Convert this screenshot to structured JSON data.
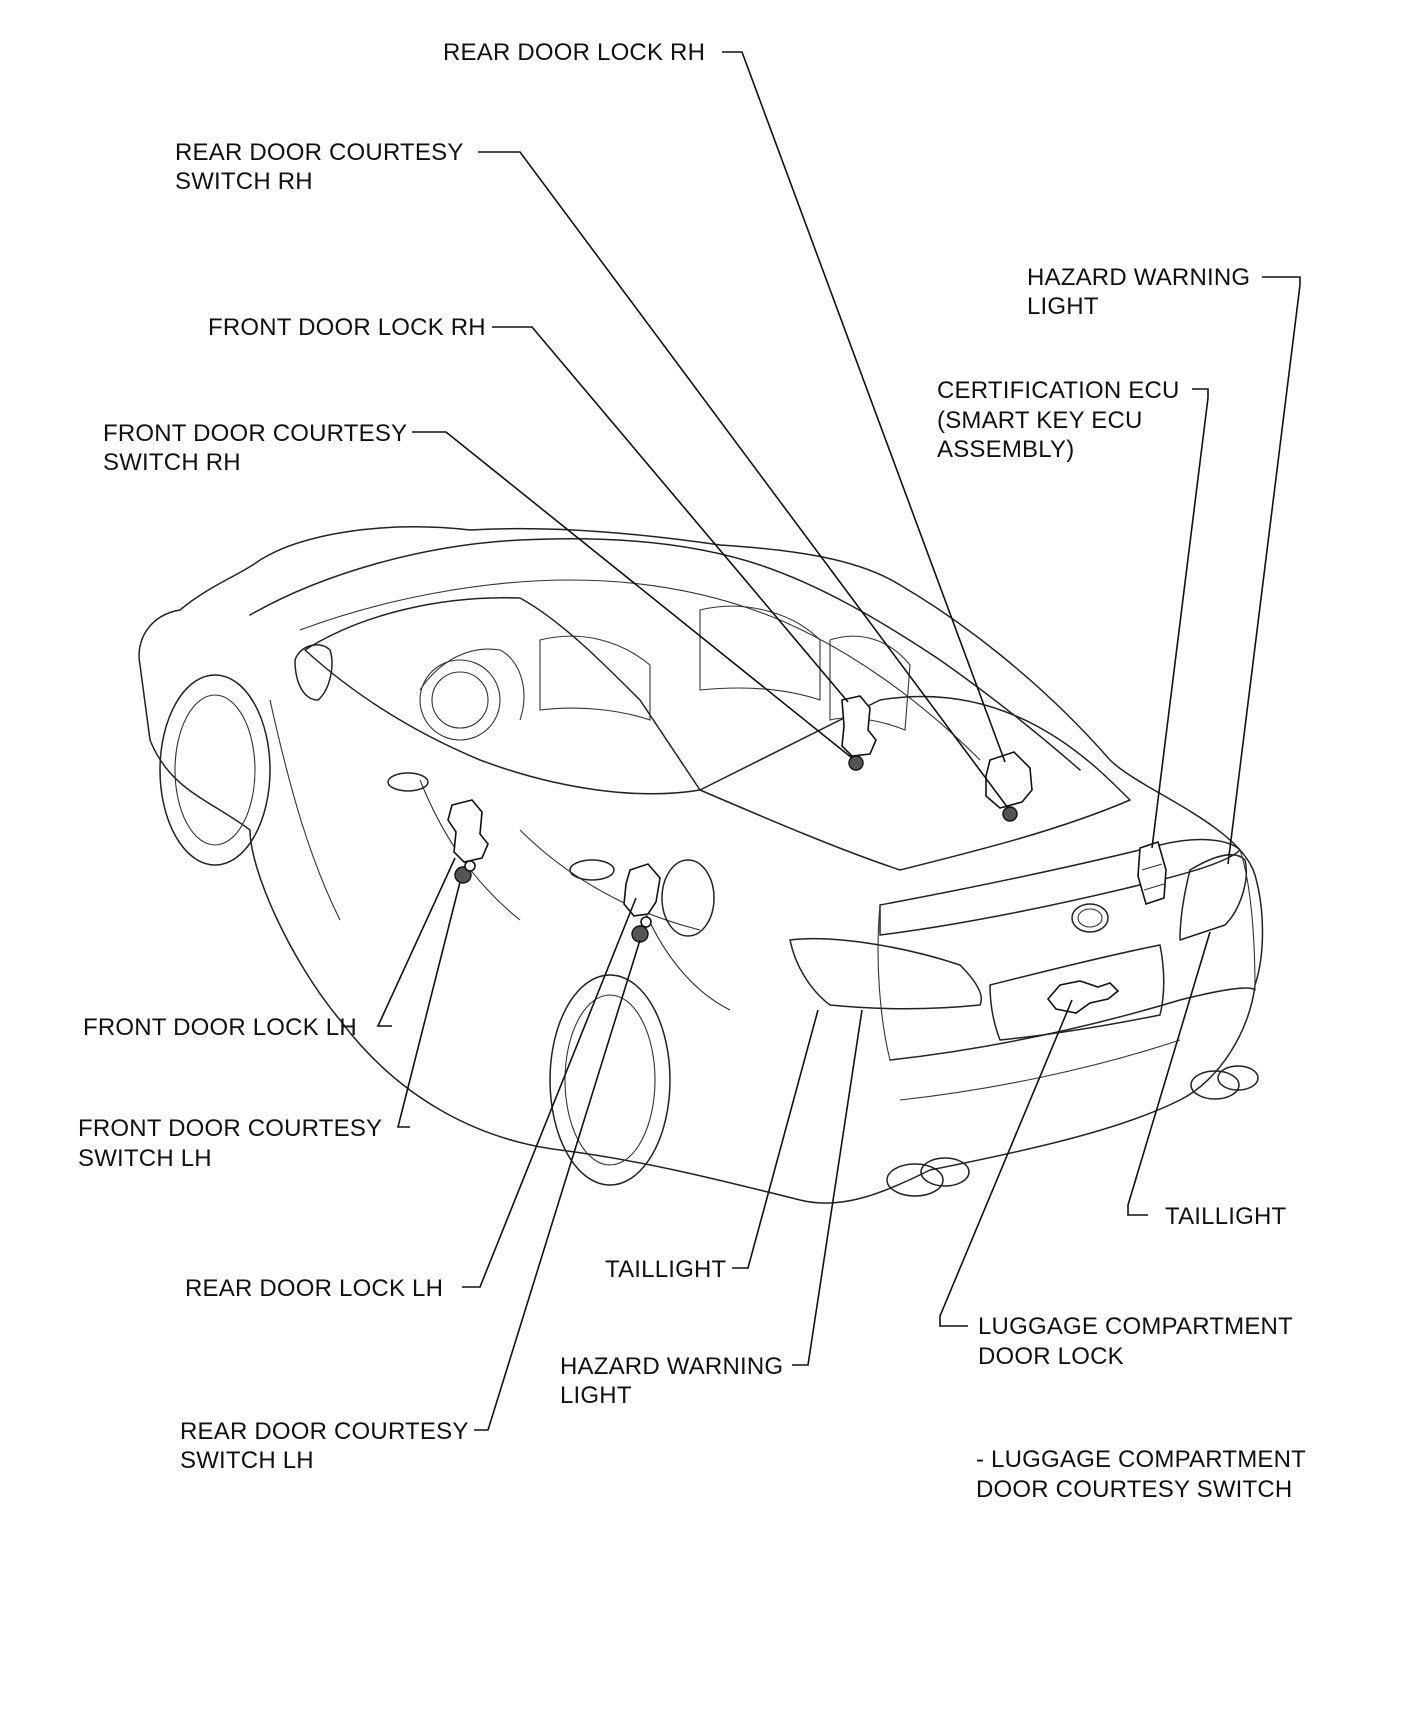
{
  "labels": {
    "rear_door_lock_rh": [
      "REAR DOOR LOCK RH"
    ],
    "rear_door_courtesy_switch_rh": [
      "REAR DOOR COURTESY",
      "SWITCH RH"
    ],
    "hazard_warning_light_rh": [
      "HAZARD WARNING",
      "LIGHT"
    ],
    "front_door_lock_rh": [
      "FRONT DOOR LOCK RH"
    ],
    "certification_ecu": [
      "CERTIFICATION ECU",
      "(SMART KEY ECU",
      "ASSEMBLY)"
    ],
    "front_door_courtesy_switch_rh": [
      "FRONT DOOR COURTESY",
      "SWITCH RH"
    ],
    "front_door_lock_lh": [
      "FRONT DOOR LOCK  LH"
    ],
    "front_door_courtesy_switch_lh": [
      "FRONT DOOR COURTESY",
      "SWITCH LH"
    ],
    "taillight_rh": [
      "TAILLIGHT"
    ],
    "taillight_lh": [
      "TAILLIGHT"
    ],
    "rear_door_lock_lh": [
      "REAR DOOR LOCK  LH"
    ],
    "luggage_compartment_door_lock": [
      "LUGGAGE COMPARTMENT",
      "DOOR LOCK"
    ],
    "hazard_warning_light_lh": [
      "HAZARD WARNING",
      "LIGHT"
    ],
    "rear_door_courtesy_switch_lh": [
      "REAR DOOR COURTESY",
      "SWITCH LH"
    ],
    "luggage_compartment_door_courtesy_switch": [
      "- LUGGAGE COMPARTMENT",
      "DOOR COURTESY SWITCH"
    ]
  }
}
